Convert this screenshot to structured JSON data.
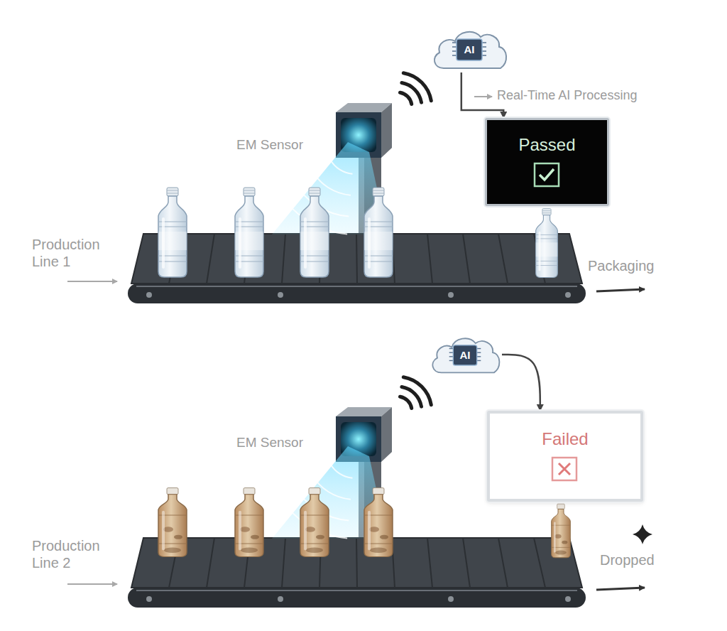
{
  "diagram": {
    "nodes": [
      {
        "text": [
          "AI"
        ]
      },
      {
        "text": [
          "Passed"
        ]
      },
      {
        "text": [
          "AI"
        ]
      },
      {
        "text": [
          "Failed"
        ]
      }
    ],
    "edges": [
      {
        "from": 0,
        "to": 1,
        "arrow": "to"
      },
      {
        "from": 2,
        "to": 3,
        "arrow": "to"
      }
    ],
    "labels": [
      "Real-Time AI Processing",
      "EM Sensor",
      "Production Line 1",
      "Packaging",
      "EM Sensor",
      "Production Line 2",
      "Dropped"
    ]
  }
}
